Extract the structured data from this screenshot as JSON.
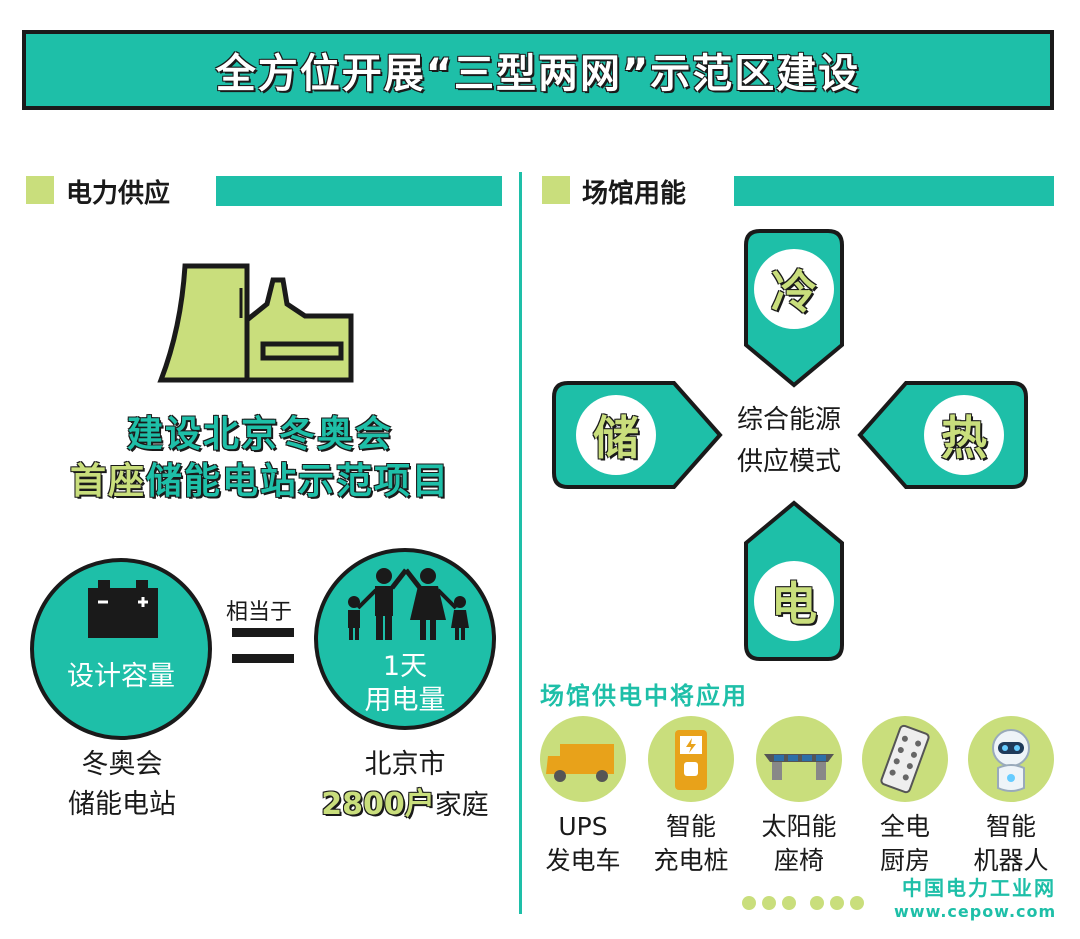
{
  "banner": {
    "title": "全方位开展“三型两网”示范区建设"
  },
  "left": {
    "section_title": "电力供应",
    "headline_line1": "建设北京冬奥会",
    "headline_line2_accent": "首座",
    "headline_line2_rest": "储能电站示范项目",
    "circle_left_text": "设计容量",
    "equals_label": "相当于",
    "circle_right_line1": "1天",
    "circle_right_line2": "用电量",
    "caption_left_line1": "冬奥会",
    "caption_left_line2": "储能电站",
    "caption_right_line1": "北京市",
    "caption_right_number": "2800户",
    "caption_right_suffix": "家庭"
  },
  "right": {
    "section_title": "场馆用能",
    "bubbles": {
      "top": "冷",
      "left": "储",
      "right": "热",
      "bottom": "电"
    },
    "center_line1": "综合能源",
    "center_line2": "供应模式",
    "apps_title": "场馆供电中将应用",
    "apps": [
      {
        "label_line1": "UPS",
        "label_line2": "发电车",
        "icon": "truck-icon"
      },
      {
        "label_line1": "智能",
        "label_line2": "充电桩",
        "icon": "charging-pile-icon"
      },
      {
        "label_line1": "太阳能",
        "label_line2": "座椅",
        "icon": "solar-bench-icon"
      },
      {
        "label_line1": "全电",
        "label_line2": "厨房",
        "icon": "kitchen-appliance-icon"
      },
      {
        "label_line1": "智能",
        "label_line2": "机器人",
        "icon": "robot-icon"
      }
    ]
  },
  "watermark": {
    "name": "中国电力工业网",
    "url": "www.cepow.com"
  },
  "colors": {
    "teal": "#1ebfa8",
    "lime": "#c9de7c",
    "dark": "#1a1a1a"
  }
}
